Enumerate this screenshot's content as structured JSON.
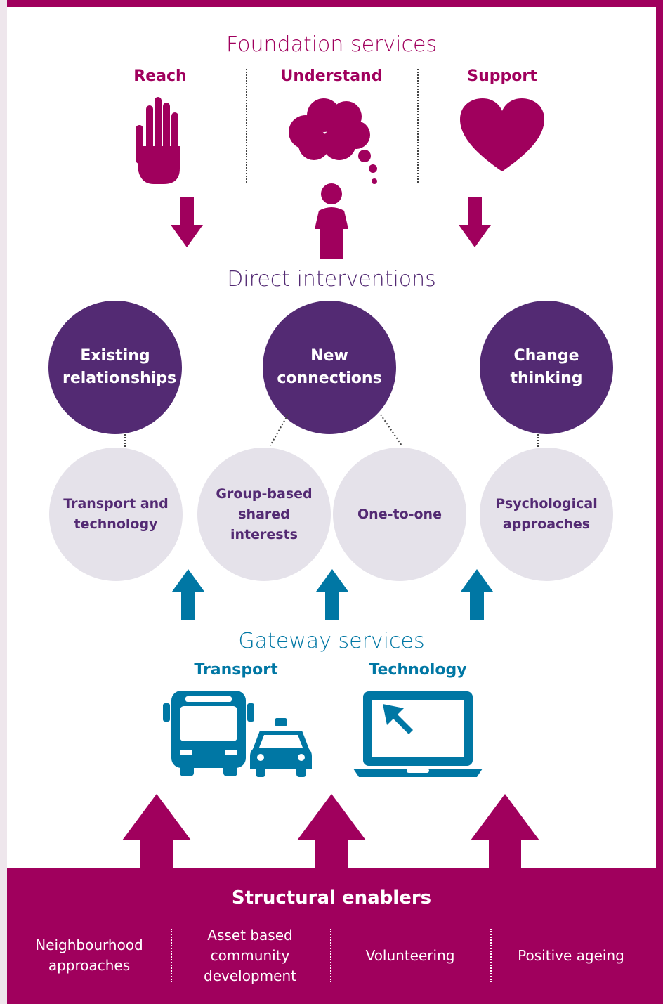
{
  "foundation": {
    "title": "Foundation services",
    "columns": [
      "Reach",
      "Understand",
      "Support"
    ]
  },
  "direct": {
    "title": "Direct interventions",
    "primary": [
      "Existing relationships",
      "New connections",
      "Change thinking"
    ],
    "secondary": [
      "Transport and technology",
      "Group-based shared interests",
      "One-to-one",
      "Psychological approaches"
    ]
  },
  "gateway": {
    "title": "Gateway services",
    "items": [
      "Transport",
      "Technology"
    ]
  },
  "enablers": {
    "title": "Structural enablers",
    "items": [
      "Neighbourhood approaches",
      "Asset based community development",
      "Volunteering",
      "Positive ageing"
    ]
  },
  "colors": {
    "magenta": "#a0005d",
    "purple": "#532a73",
    "light": "#e5e2ea",
    "blue": "#0077a4"
  },
  "icons": [
    "hand-icon",
    "thought-bubble-icon",
    "person-icon",
    "heart-icon",
    "bus-icon",
    "taxi-icon",
    "laptop-icon",
    "cursor-icon"
  ]
}
